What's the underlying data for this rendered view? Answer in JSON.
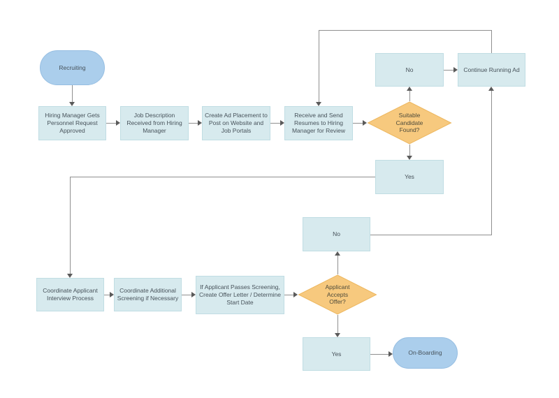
{
  "palette": {
    "process_fill": "#d7eaee",
    "process_border": "#c0dde3",
    "terminal_fill": "#abceec",
    "terminal_border": "#96bee2",
    "decision_fill": "#f7c97e",
    "decision_border": "#edb75f",
    "connector_line": "#8f8f8f",
    "arrowhead": "#5a5a5a",
    "label_text": "#47525a",
    "background": "#ffffff"
  },
  "nodes": {
    "recruiting": {
      "type": "terminal",
      "label": "Recruiting"
    },
    "step_request": {
      "type": "process",
      "label": "Hiring Manager Gets Personnel Request Approved"
    },
    "step_jd": {
      "type": "process",
      "label": "Job Description Received from Hiring Manager"
    },
    "step_ad": {
      "type": "process",
      "label": "Create Ad Placement to Post on Website and Job Portals"
    },
    "step_resumes": {
      "type": "process",
      "label": "Receive and Send Resumes to Hiring Manager for Review"
    },
    "decision_candidate": {
      "type": "decision",
      "label": "Suitable Candidate Found?"
    },
    "no_candidate": {
      "type": "process",
      "label": "No"
    },
    "continue_ad": {
      "type": "process",
      "label": "Continue Running Ad"
    },
    "yes_candidate": {
      "type": "process",
      "label": "Yes"
    },
    "no_offer": {
      "type": "process",
      "label": "No"
    },
    "step_interview": {
      "type": "process",
      "label": "Coordinate Applicant Interview Process"
    },
    "step_screening": {
      "type": "process",
      "label": "Coordinate Additional Screening if Necessary"
    },
    "step_offer": {
      "type": "process",
      "label": "If Applicant Passes Screening, Create Offer Letter / Determine Start Date"
    },
    "decision_offer": {
      "type": "decision",
      "label": "Applicant Accepts Offer?"
    },
    "yes_offer": {
      "type": "process",
      "label": "Yes"
    },
    "onboarding": {
      "type": "terminal",
      "label": "On-Boarding"
    }
  }
}
